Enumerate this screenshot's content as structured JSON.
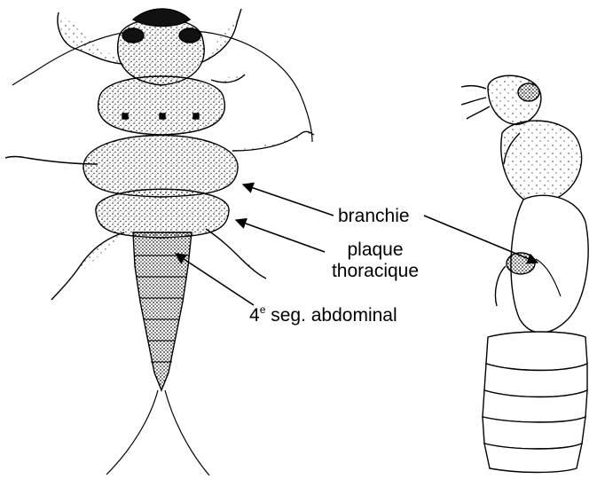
{
  "labels": {
    "branchie": "branchie",
    "plaque_line1": "plaque",
    "plaque_line2": "thoracique",
    "segment_number": "4",
    "segment_superscript": "e",
    "segment_text": " seg. abdominal"
  },
  "colors": {
    "ink": "#000000",
    "stipple": "#1a1a1a",
    "background": "#ffffff"
  }
}
